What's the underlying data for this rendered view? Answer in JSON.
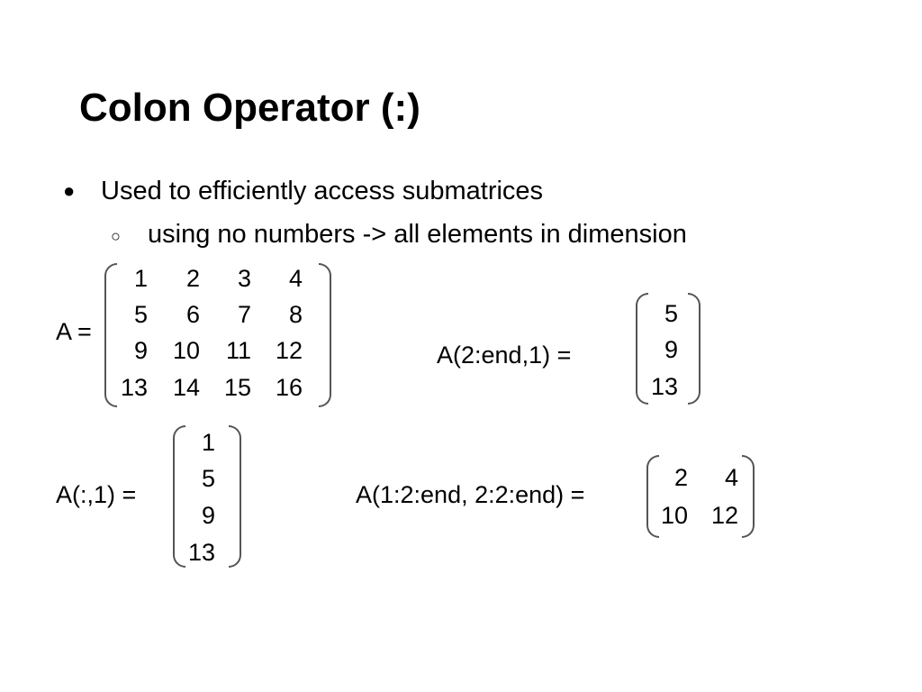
{
  "slide": {
    "title": "Colon Operator (:)",
    "bullets": [
      {
        "marker": "●",
        "text": "Used to efficiently access submatrices"
      },
      {
        "marker": "○",
        "text": "using no numbers -> all elements in dimension"
      }
    ]
  },
  "examples": {
    "a": {
      "label": "A =",
      "rows": [
        [
          "1",
          "2",
          "3",
          "4"
        ],
        [
          "5",
          "6",
          "7",
          "8"
        ],
        [
          "9",
          "10",
          "11",
          "12"
        ],
        [
          "13",
          "14",
          "15",
          "16"
        ]
      ]
    },
    "b": {
      "label": "A(2:end,1) =",
      "rows": [
        [
          "5"
        ],
        [
          "9"
        ],
        [
          "13"
        ]
      ]
    },
    "c": {
      "label": "A(:,1) =",
      "rows": [
        [
          "1"
        ],
        [
          "5"
        ],
        [
          "9"
        ],
        [
          "13"
        ]
      ]
    },
    "d": {
      "label": "A(1:2:end, 2:2:end) =",
      "rows": [
        [
          "2",
          "4"
        ],
        [
          "10",
          "12"
        ]
      ]
    }
  }
}
